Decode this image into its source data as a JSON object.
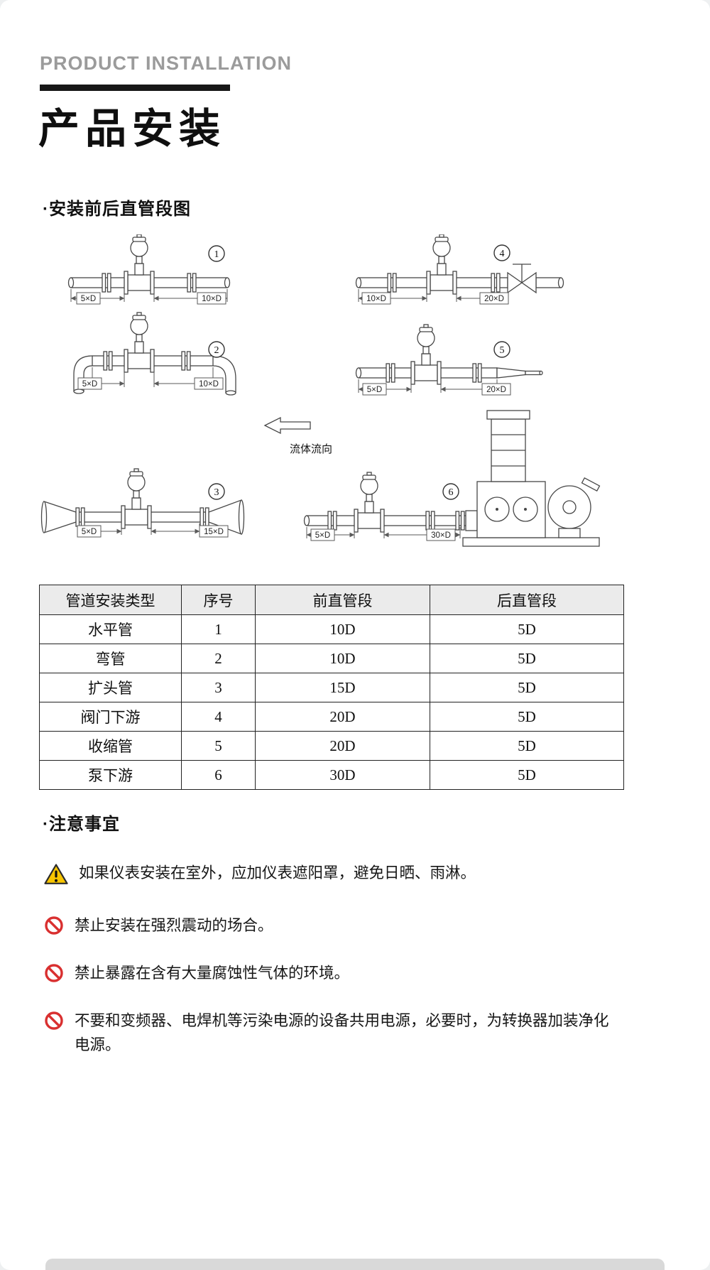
{
  "header": {
    "eyebrow": "PRODUCT INSTALLATION",
    "title": "产品安装"
  },
  "sections": {
    "diagrams_heading": "·安装前后直管段图",
    "notes_heading": "·注意事宜"
  },
  "diagrams": {
    "flow_label": "流体流向",
    "d1": {
      "num": "1",
      "left_dim": "5×D",
      "right_dim": "10×D"
    },
    "d2": {
      "num": "2",
      "left_dim": "5×D",
      "right_dim": "10×D"
    },
    "d3": {
      "num": "3",
      "left_dim": "5×D",
      "right_dim": "15×D"
    },
    "d4": {
      "num": "4",
      "left_dim": "10×D",
      "right_dim": "20×D"
    },
    "d5": {
      "num": "5",
      "left_dim": "5×D",
      "right_dim": "20×D"
    },
    "d6": {
      "num": "6",
      "left_dim": "5×D",
      "right_dim": "30×D"
    }
  },
  "table": {
    "headers": [
      "管道安装类型",
      "序号",
      "前直管段",
      "后直管段"
    ],
    "rows": [
      [
        "水平管",
        "1",
        "10D",
        "5D"
      ],
      [
        "弯管",
        "2",
        "10D",
        "5D"
      ],
      [
        "扩头管",
        "3",
        "15D",
        "5D"
      ],
      [
        "阀门下游",
        "4",
        "20D",
        "5D"
      ],
      [
        "收缩管",
        "5",
        "20D",
        "5D"
      ],
      [
        "泵下游",
        "6",
        "30D",
        "5D"
      ]
    ]
  },
  "notes": [
    {
      "icon": "warning-triangle",
      "text": "如果仪表安装在室外，应加仪表遮阳罩，避免日晒、雨淋。"
    },
    {
      "icon": "prohibition-sign",
      "text": "禁止安装在强烈震动的场合。"
    },
    {
      "icon": "prohibition-sign",
      "text": "禁止暴露在含有大量腐蚀性气体的环境。"
    },
    {
      "icon": "prohibition-sign",
      "text": "不要和变频器、电焊机等污染电源的设备共用电源，必要时，为转换器加装净化电源。"
    }
  ],
  "colors": {
    "accent_black": "#171717",
    "warning_yellow": "#f8c500",
    "prohibit_red": "#d93030",
    "table_header_bg": "#ebebeb",
    "line_gray": "#474747"
  }
}
